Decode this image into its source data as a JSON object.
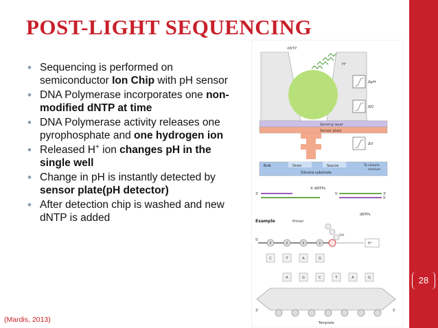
{
  "slide": {
    "title": "POST-LIGHT SEQUENCING",
    "page_number": "28",
    "citation": "(Mardis, 2013)",
    "accent_color": "#c8202a"
  },
  "bullets": [
    {
      "pre": "Sequencing is performed on semiconductor ",
      "bold": "Ion Chip",
      "post": " with pH sensor"
    },
    {
      "pre": "DNA Polymerase incorporates one ",
      "bold": "non-modified dNTP at time",
      "post": ""
    },
    {
      "pre": "DNA Polymerase activity releases one pyrophosphate and ",
      "bold": "one hydrogen ion",
      "post": ""
    },
    {
      "pre": "Released H",
      "sup": "+",
      "mid": " ion ",
      "bold": "changes pH in the single well",
      "post": ""
    },
    {
      "pre": "Change in pH is instantly detected by ",
      "bold": "sensor plate(pH detector)",
      "post": ""
    },
    {
      "pre": "After detection chip is washed and new dNTP is added",
      "bold": "",
      "post": ""
    }
  ],
  "figure": {
    "top_labels": {
      "dntp": "dNTP",
      "hplus": "H⁺",
      "delta_ph": "ΔpH",
      "delta_q": "ΔQ",
      "delta_v": "ΔV",
      "sensing_layer": "Sensing layer",
      "sensor_plate": "Sensor plate",
      "bulk": "Bulk",
      "drain": "Drain",
      "source": "Source",
      "to_column": "To column",
      "receiver": "receiver",
      "silicone": "Silicone substrate"
    },
    "bottom_labels": {
      "four_dntps": "4 dNTPs",
      "three_prime_a": "3'",
      "five_prime_a": "5'",
      "three_prime_b": "3'",
      "five_prime_b": "5'",
      "example": "Example",
      "primer": "Primer",
      "dntps": "dNTPs",
      "five_prime_c": "5'",
      "oh": "OH",
      "hplus": "H⁺",
      "template": "Template",
      "three_prime_c": "3'",
      "five_prime_d": "5'",
      "bases_top": [
        "C",
        "T",
        "A",
        "G"
      ],
      "bases_bottom": [
        "A",
        "G",
        "C",
        "T",
        "A",
        "G"
      ],
      "phosphate": "P"
    }
  }
}
